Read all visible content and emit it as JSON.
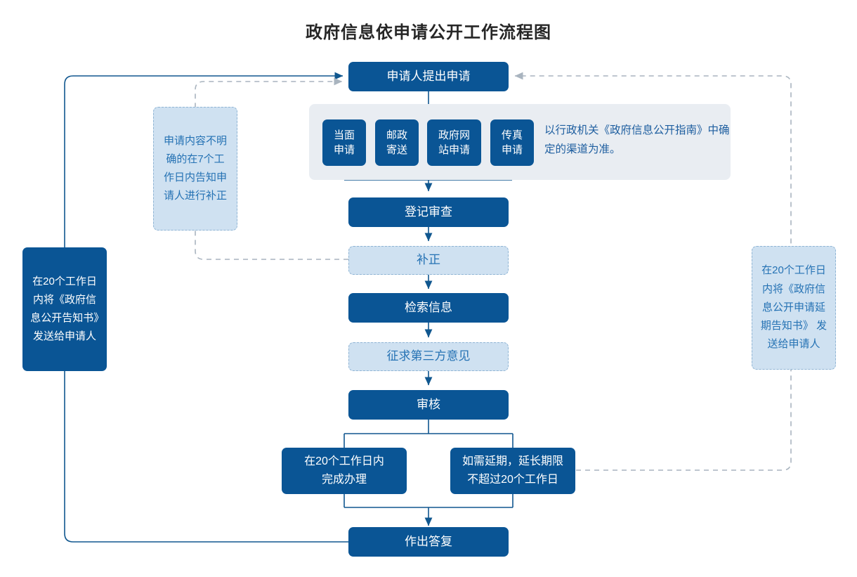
{
  "title": "政府信息依申请公开工作流程图",
  "chart_data": {
    "type": "diagram",
    "title": "政府信息依申请公开工作流程图",
    "nodes": [
      {
        "id": "apply",
        "label": "申请人提出申请",
        "style": "dark"
      },
      {
        "id": "ch1",
        "label": "当面\n申请",
        "style": "dark"
      },
      {
        "id": "ch2",
        "label": "邮政\n寄送",
        "style": "dark"
      },
      {
        "id": "ch3",
        "label": "政府网\n站申请",
        "style": "dark"
      },
      {
        "id": "ch4",
        "label": "传真\n申请",
        "style": "dark"
      },
      {
        "id": "register",
        "label": "登记审查",
        "style": "dark"
      },
      {
        "id": "correct",
        "label": "补正",
        "style": "light"
      },
      {
        "id": "search",
        "label": "检索信息",
        "style": "dark"
      },
      {
        "id": "thirdparty",
        "label": "征求第三方意见",
        "style": "light"
      },
      {
        "id": "review",
        "label": "审核",
        "style": "dark"
      },
      {
        "id": "finish20",
        "label": "在20个工作日内完成办理",
        "style": "dark"
      },
      {
        "id": "extend",
        "label": "如需延期，延长期限不超过20个工作日",
        "style": "dark"
      },
      {
        "id": "reply",
        "label": "作出答复",
        "style": "dark"
      },
      {
        "id": "noteLeftDark",
        "label": "在20个工作日内将《政府信息公开告知书》发送给申请人",
        "style": "dark"
      },
      {
        "id": "noteLeftLight",
        "label": "申请内容不明确的在7个工作日内告知申请人进行补正",
        "style": "light"
      },
      {
        "id": "noteRight",
        "label": "在20个工作日内将《政府信息公开申请延期告知书》 发送给申请人",
        "style": "light"
      },
      {
        "id": "channelNote",
        "label": "以行政机关《政府信息公开指南》中确定的渠道为准。",
        "style": "panel-text"
      }
    ],
    "edges": [
      {
        "from": "apply",
        "to": "ch1",
        "style": "solid-arrow"
      },
      {
        "from": "apply",
        "to": "ch2",
        "style": "solid-arrow"
      },
      {
        "from": "apply",
        "to": "ch3",
        "style": "solid-arrow"
      },
      {
        "from": "apply",
        "to": "ch4",
        "style": "solid-arrow"
      },
      {
        "from": "channels",
        "to": "register",
        "style": "solid-arrow"
      },
      {
        "from": "register",
        "to": "correct",
        "style": "solid-arrow"
      },
      {
        "from": "correct",
        "to": "search",
        "style": "solid-arrow"
      },
      {
        "from": "search",
        "to": "thirdparty",
        "style": "solid-arrow"
      },
      {
        "from": "thirdparty",
        "to": "review",
        "style": "solid-arrow"
      },
      {
        "from": "review",
        "to": "finish20",
        "style": "solid"
      },
      {
        "from": "review",
        "to": "extend",
        "style": "solid"
      },
      {
        "from": "finish20",
        "to": "reply",
        "style": "solid-arrow"
      },
      {
        "from": "extend",
        "to": "reply",
        "style": "solid-arrow"
      },
      {
        "from": "reply",
        "to": "apply",
        "style": "solid-arrow-loop-left"
      },
      {
        "from": "correct",
        "to": "apply",
        "style": "dashed-arrow-loop-left"
      },
      {
        "from": "extend",
        "to": "apply",
        "style": "dashed-arrow-loop-right"
      }
    ]
  },
  "nodes": {
    "apply": "申请人提出申请",
    "channel1_line1": "当面",
    "channel1_line2": "申请",
    "channel2_line1": "邮政",
    "channel2_line2": "寄送",
    "channel3_line1": "政府网",
    "channel3_line2": "站申请",
    "channel4_line1": "传真",
    "channel4_line2": "申请",
    "channel_note": "以行政机关《政府信息公开指南》中确定的渠道为准。",
    "register": "登记审查",
    "correct": "补正",
    "search": "检索信息",
    "third_party": "征求第三方意见",
    "review": "审核",
    "finish_line1": "在20个工作日内",
    "finish_line2": "完成办理",
    "extend_line1": "如需延期，延长期限",
    "extend_line2": "不超过20个工作日",
    "reply": "作出答复"
  },
  "notes": {
    "left_light": "申请内容不明确的在7个工作日内告知申请人进行补正",
    "left_dark": "在20个工作日内将《政府信息公开告知书》发送给申请人",
    "right_light": "在20个工作日内将《政府信息公开申请延期告知书》 发送给申请人"
  },
  "colors": {
    "dark_blue": "#0a5595",
    "light_blue": "#cfe1f1",
    "light_blue_text": "#2572b4",
    "panel_gray": "#e9edf2",
    "line_blue": "#10578f",
    "line_dashed_gray": "#a9b4bf",
    "title_color": "#262626"
  }
}
